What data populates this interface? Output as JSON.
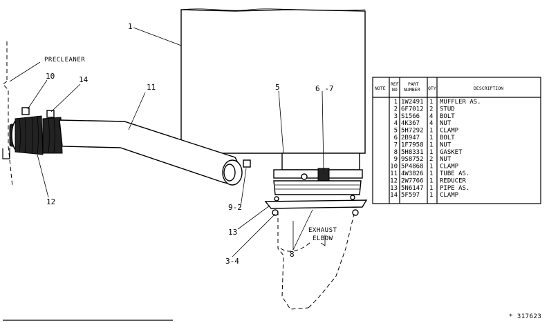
{
  "labels": {
    "precleaner": "PRECLEANER",
    "exhaust_line1": "EXHAUST",
    "exhaust_line2": "ELBOW",
    "figure_number": "* 317623"
  },
  "callouts": {
    "c1": "1",
    "c5": "5",
    "c6_7": "6 -7",
    "c10": "10",
    "c14": "14",
    "c11": "11",
    "c12": "12",
    "c9_2": "9-2",
    "c13": "13",
    "c3_4": "3-4",
    "c8": "8"
  },
  "parts_table": {
    "headers": {
      "note": "NOTE",
      "ref_no_1": "REF",
      "ref_no_2": "NO",
      "part_number_1": "PART",
      "part_number_2": "NUMBER",
      "qty": "QTY",
      "description": "DESCRIPTION"
    },
    "rows": [
      {
        "note": "",
        "ref": "1",
        "part": "1W2491",
        "qty": "1",
        "desc": "MUFFLER AS."
      },
      {
        "note": "",
        "ref": "2",
        "part": "6F7012",
        "qty": "2",
        "desc": "STUD"
      },
      {
        "note": "",
        "ref": "3",
        "part": "S1566",
        "qty": "4",
        "desc": "BOLT"
      },
      {
        "note": "",
        "ref": "4",
        "part": "4K367",
        "qty": "4",
        "desc": "NUT"
      },
      {
        "note": "",
        "ref": "5",
        "part": "5H7292",
        "qty": "1",
        "desc": "CLAMP"
      },
      {
        "note": "",
        "ref": "6",
        "part": "2B947",
        "qty": "1",
        "desc": "BOLT"
      },
      {
        "note": "",
        "ref": "7",
        "part": "1F7958",
        "qty": "1",
        "desc": "NUT"
      },
      {
        "note": "",
        "ref": "8",
        "part": "5H8331",
        "qty": "1",
        "desc": "GASKET"
      },
      {
        "note": "",
        "ref": "9",
        "part": "9S8752",
        "qty": "2",
        "desc": "NUT"
      },
      {
        "note": "",
        "ref": "10",
        "part": "5P4868",
        "qty": "1",
        "desc": "CLAMP"
      },
      {
        "note": "",
        "ref": "11",
        "part": "4W3826",
        "qty": "1",
        "desc": "TUBE AS."
      },
      {
        "note": "",
        "ref": "12",
        "part": "2W7766",
        "qty": "1",
        "desc": "REDUCER"
      },
      {
        "note": "",
        "ref": "13",
        "part": "5N6147",
        "qty": "1",
        "desc": "PIPE AS."
      },
      {
        "note": "",
        "ref": "14",
        "part": "5F597",
        "qty": "1",
        "desc": "CLAMP"
      }
    ]
  }
}
